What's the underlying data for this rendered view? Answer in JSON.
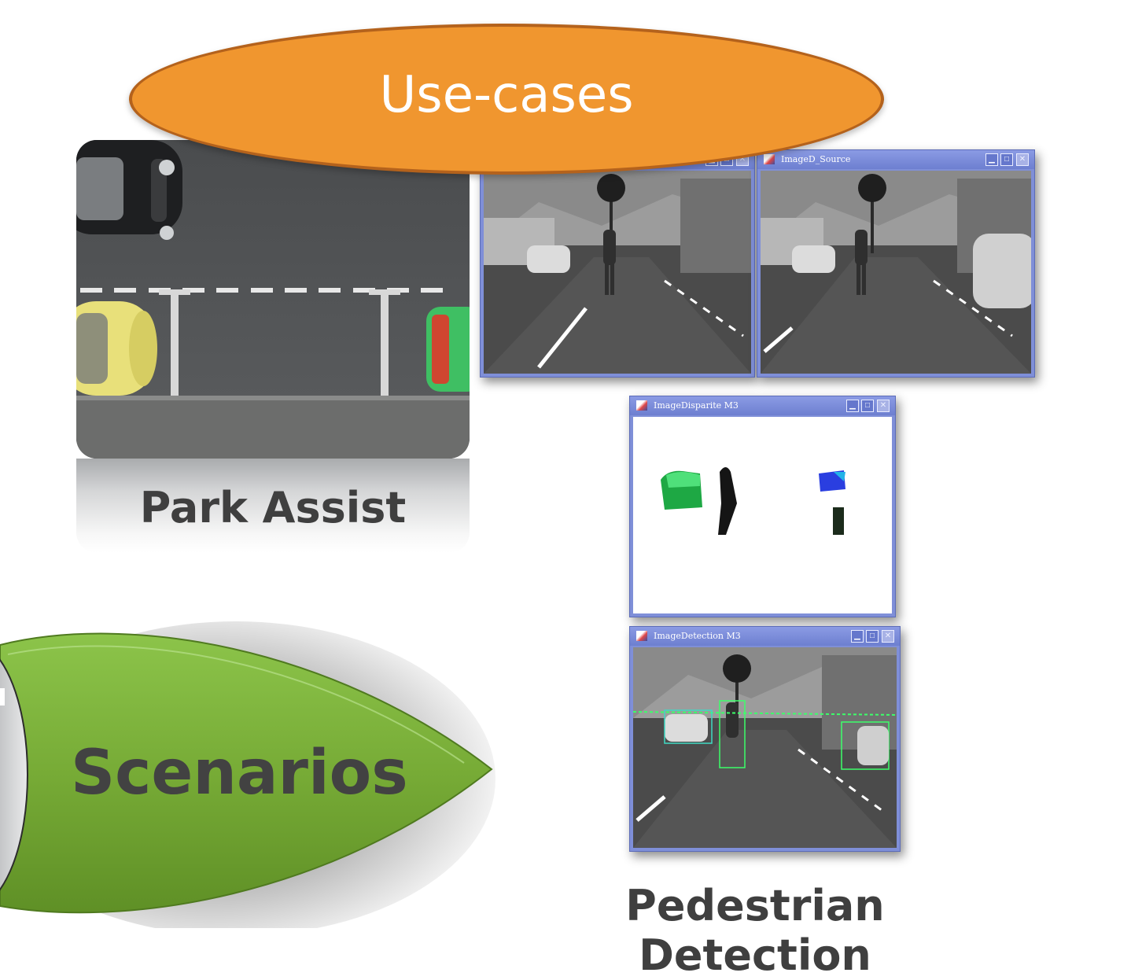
{
  "usecases": {
    "title": "Use-cases"
  },
  "park_assist": {
    "label": "Park Assist"
  },
  "pedestrian_detection": {
    "label": "Pedestrian Detection"
  },
  "scenarios": {
    "label": "Scenarios"
  },
  "windows": {
    "left_source": {
      "title": ""
    },
    "right_source": {
      "title": "ImageD_Source"
    },
    "disparity": {
      "title": "ImageDisparite M3"
    },
    "detection": {
      "title": "ImageDetection M3"
    }
  },
  "colors": {
    "ellipse_fill": "#f0962f",
    "ellipse_border": "#b4621c",
    "scenarios_green": "#7aae37",
    "window_frame": "#7f8fd8",
    "label_text": "#3f3f3f"
  },
  "icons": [
    "minimize-icon",
    "maximize-icon",
    "close-icon",
    "java-app-icon"
  ]
}
